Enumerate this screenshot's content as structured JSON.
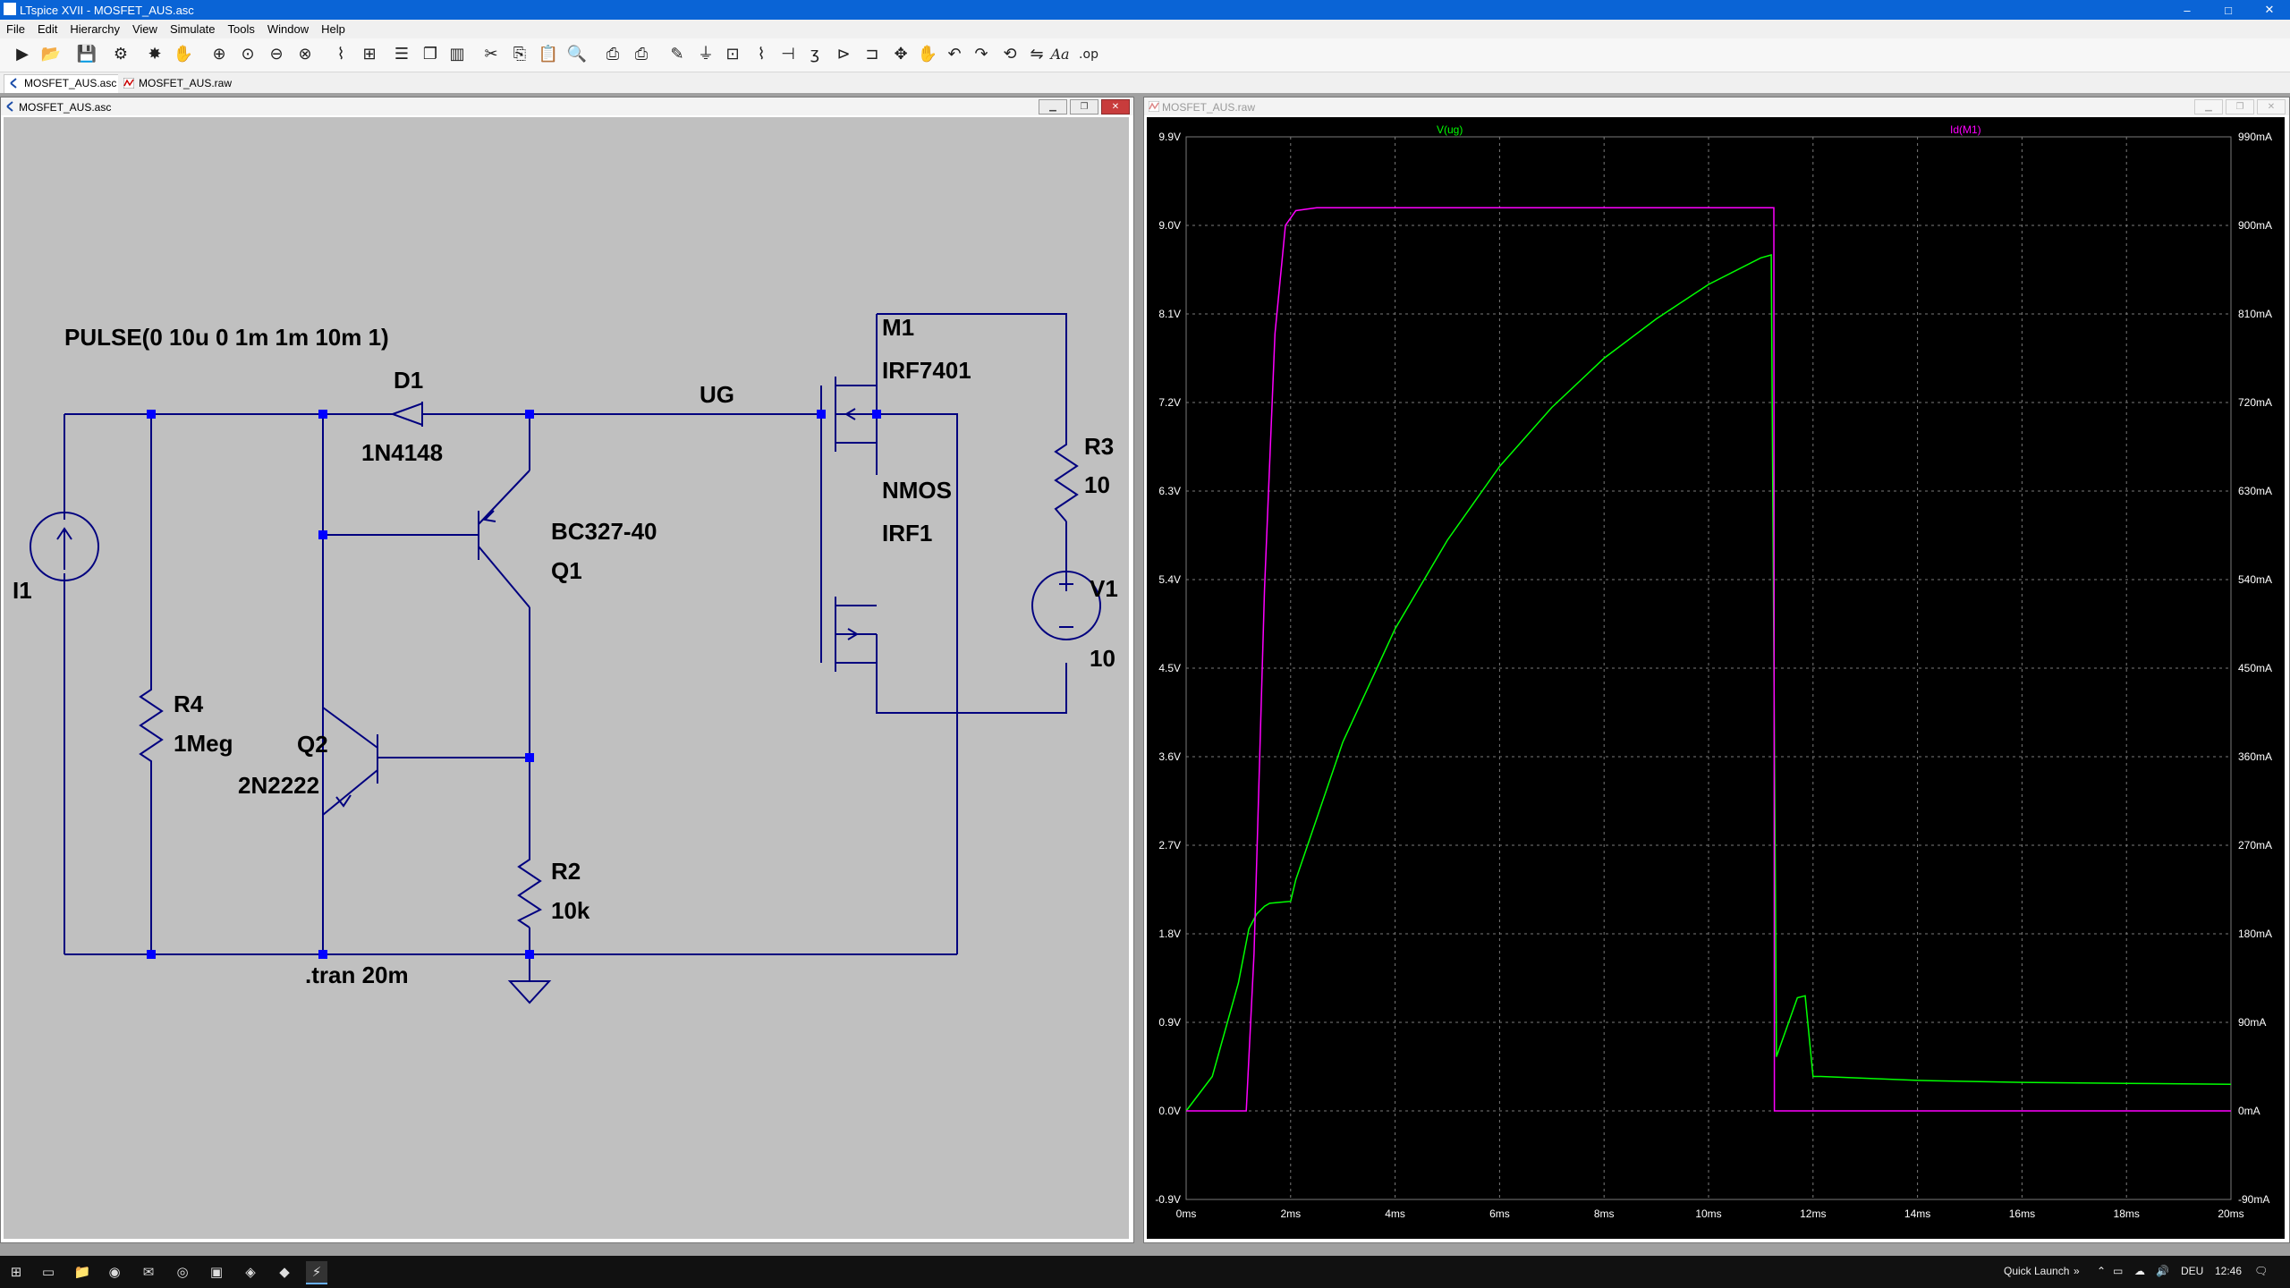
{
  "window": {
    "title": "LTspice XVII - MOSFET_AUS.asc",
    "controls": {
      "minimize": "–",
      "maximize": "□",
      "close": "✕"
    }
  },
  "menu": [
    "File",
    "Edit",
    "Hierarchy",
    "View",
    "Simulate",
    "Tools",
    "Window",
    "Help"
  ],
  "toolbar": {
    "text_tool_label": "Aa",
    "spice_directive_label": ".op"
  },
  "tabs": [
    {
      "label": "MOSFET_AUS.asc",
      "icon": "schematic-icon",
      "active": true
    },
    {
      "label": "MOSFET_AUS.raw",
      "icon": "waveform-icon",
      "active": false
    }
  ],
  "schematic": {
    "title": "MOSFET_AUS.asc",
    "labels": {
      "pulse": "PULSE(0 10u 0 1m 1m 10m 1)",
      "i1": "I1",
      "r4": "R4",
      "r4_value": "1Meg",
      "d1": "D1",
      "d1_model": "1N4148",
      "q1_model": "BC327-40",
      "q1": "Q1",
      "q2": "Q2",
      "q2_model": "2N2222",
      "r2": "R2",
      "r2_value": "10k",
      "ug": "UG",
      "m1": "M1",
      "m1_model": "IRF7401",
      "nmos": "NMOS",
      "irf1": "IRF1",
      "r3": "R3",
      "r3_value": "10",
      "v1": "V1",
      "v1_value": "10",
      "tran": ".tran 20m"
    },
    "colors": {
      "background": "#c0c0c0",
      "wire": "#00007f",
      "junction": "#0000ff",
      "text": "#000000"
    }
  },
  "waveform": {
    "title": "MOSFET_AUS.raw",
    "trace_labels": {
      "left": "V(ug)",
      "right": "Id(M1)"
    },
    "colors": {
      "background": "#000000",
      "vug": "#00ff00",
      "id": "#ff00ff",
      "grid": "#7a7a7a",
      "axis_text": "#ffffff"
    },
    "chart_data": {
      "type": "line",
      "x": [
        0,
        0.5,
        1.0,
        1.2,
        1.35,
        1.5,
        1.6,
        1.8,
        2.0,
        2.1,
        3,
        4,
        5,
        6,
        7,
        8,
        9,
        10,
        11,
        11.2,
        11.3,
        11.5,
        11.7,
        11.85,
        12.0,
        12.15,
        14,
        16,
        18,
        20
      ],
      "xlabel": "",
      "x_tick_labels": [
        "0ms",
        "2ms",
        "4ms",
        "6ms",
        "8ms",
        "10ms",
        "12ms",
        "14ms",
        "16ms",
        "18ms",
        "20ms"
      ],
      "xlim": [
        0,
        20
      ],
      "series": [
        {
          "name": "V(ug)",
          "axis": "left",
          "unit": "V",
          "values": [
            0.0,
            0.35,
            1.3,
            1.85,
            2.0,
            2.08,
            2.11,
            2.12,
            2.13,
            2.35,
            3.75,
            4.9,
            5.8,
            6.55,
            7.15,
            7.65,
            8.05,
            8.4,
            8.67,
            8.7,
            0.55,
            0.85,
            1.15,
            1.17,
            0.35,
            0.35,
            0.31,
            0.29,
            0.28,
            0.27
          ]
        },
        {
          "name": "Id(M1)",
          "axis": "right",
          "unit": "mA",
          "x": [
            0,
            1.15,
            1.3,
            1.5,
            1.7,
            1.9,
            2.1,
            2.5,
            11.25,
            11.26,
            20
          ],
          "values": [
            0,
            0,
            160,
            530,
            790,
            900,
            915,
            918,
            918,
            0,
            0
          ]
        }
      ],
      "y_left_tick_labels": [
        "-0.9V",
        "0.0V",
        "0.9V",
        "1.8V",
        "2.7V",
        "3.6V",
        "4.5V",
        "5.4V",
        "6.3V",
        "7.2V",
        "8.1V",
        "9.0V",
        "9.9V"
      ],
      "ylim_left": [
        -0.9,
        9.9
      ],
      "y_right_tick_labels": [
        "-90mA",
        "0mA",
        "90mA",
        "180mA",
        "270mA",
        "360mA",
        "450mA",
        "540mA",
        "630mA",
        "720mA",
        "810mA",
        "900mA",
        "990mA"
      ],
      "ylim_right": [
        -90,
        990
      ],
      "grid": true
    }
  },
  "taskbar": {
    "quick_launch": "Quick Launch",
    "language": "DEU",
    "time": "12:46"
  }
}
